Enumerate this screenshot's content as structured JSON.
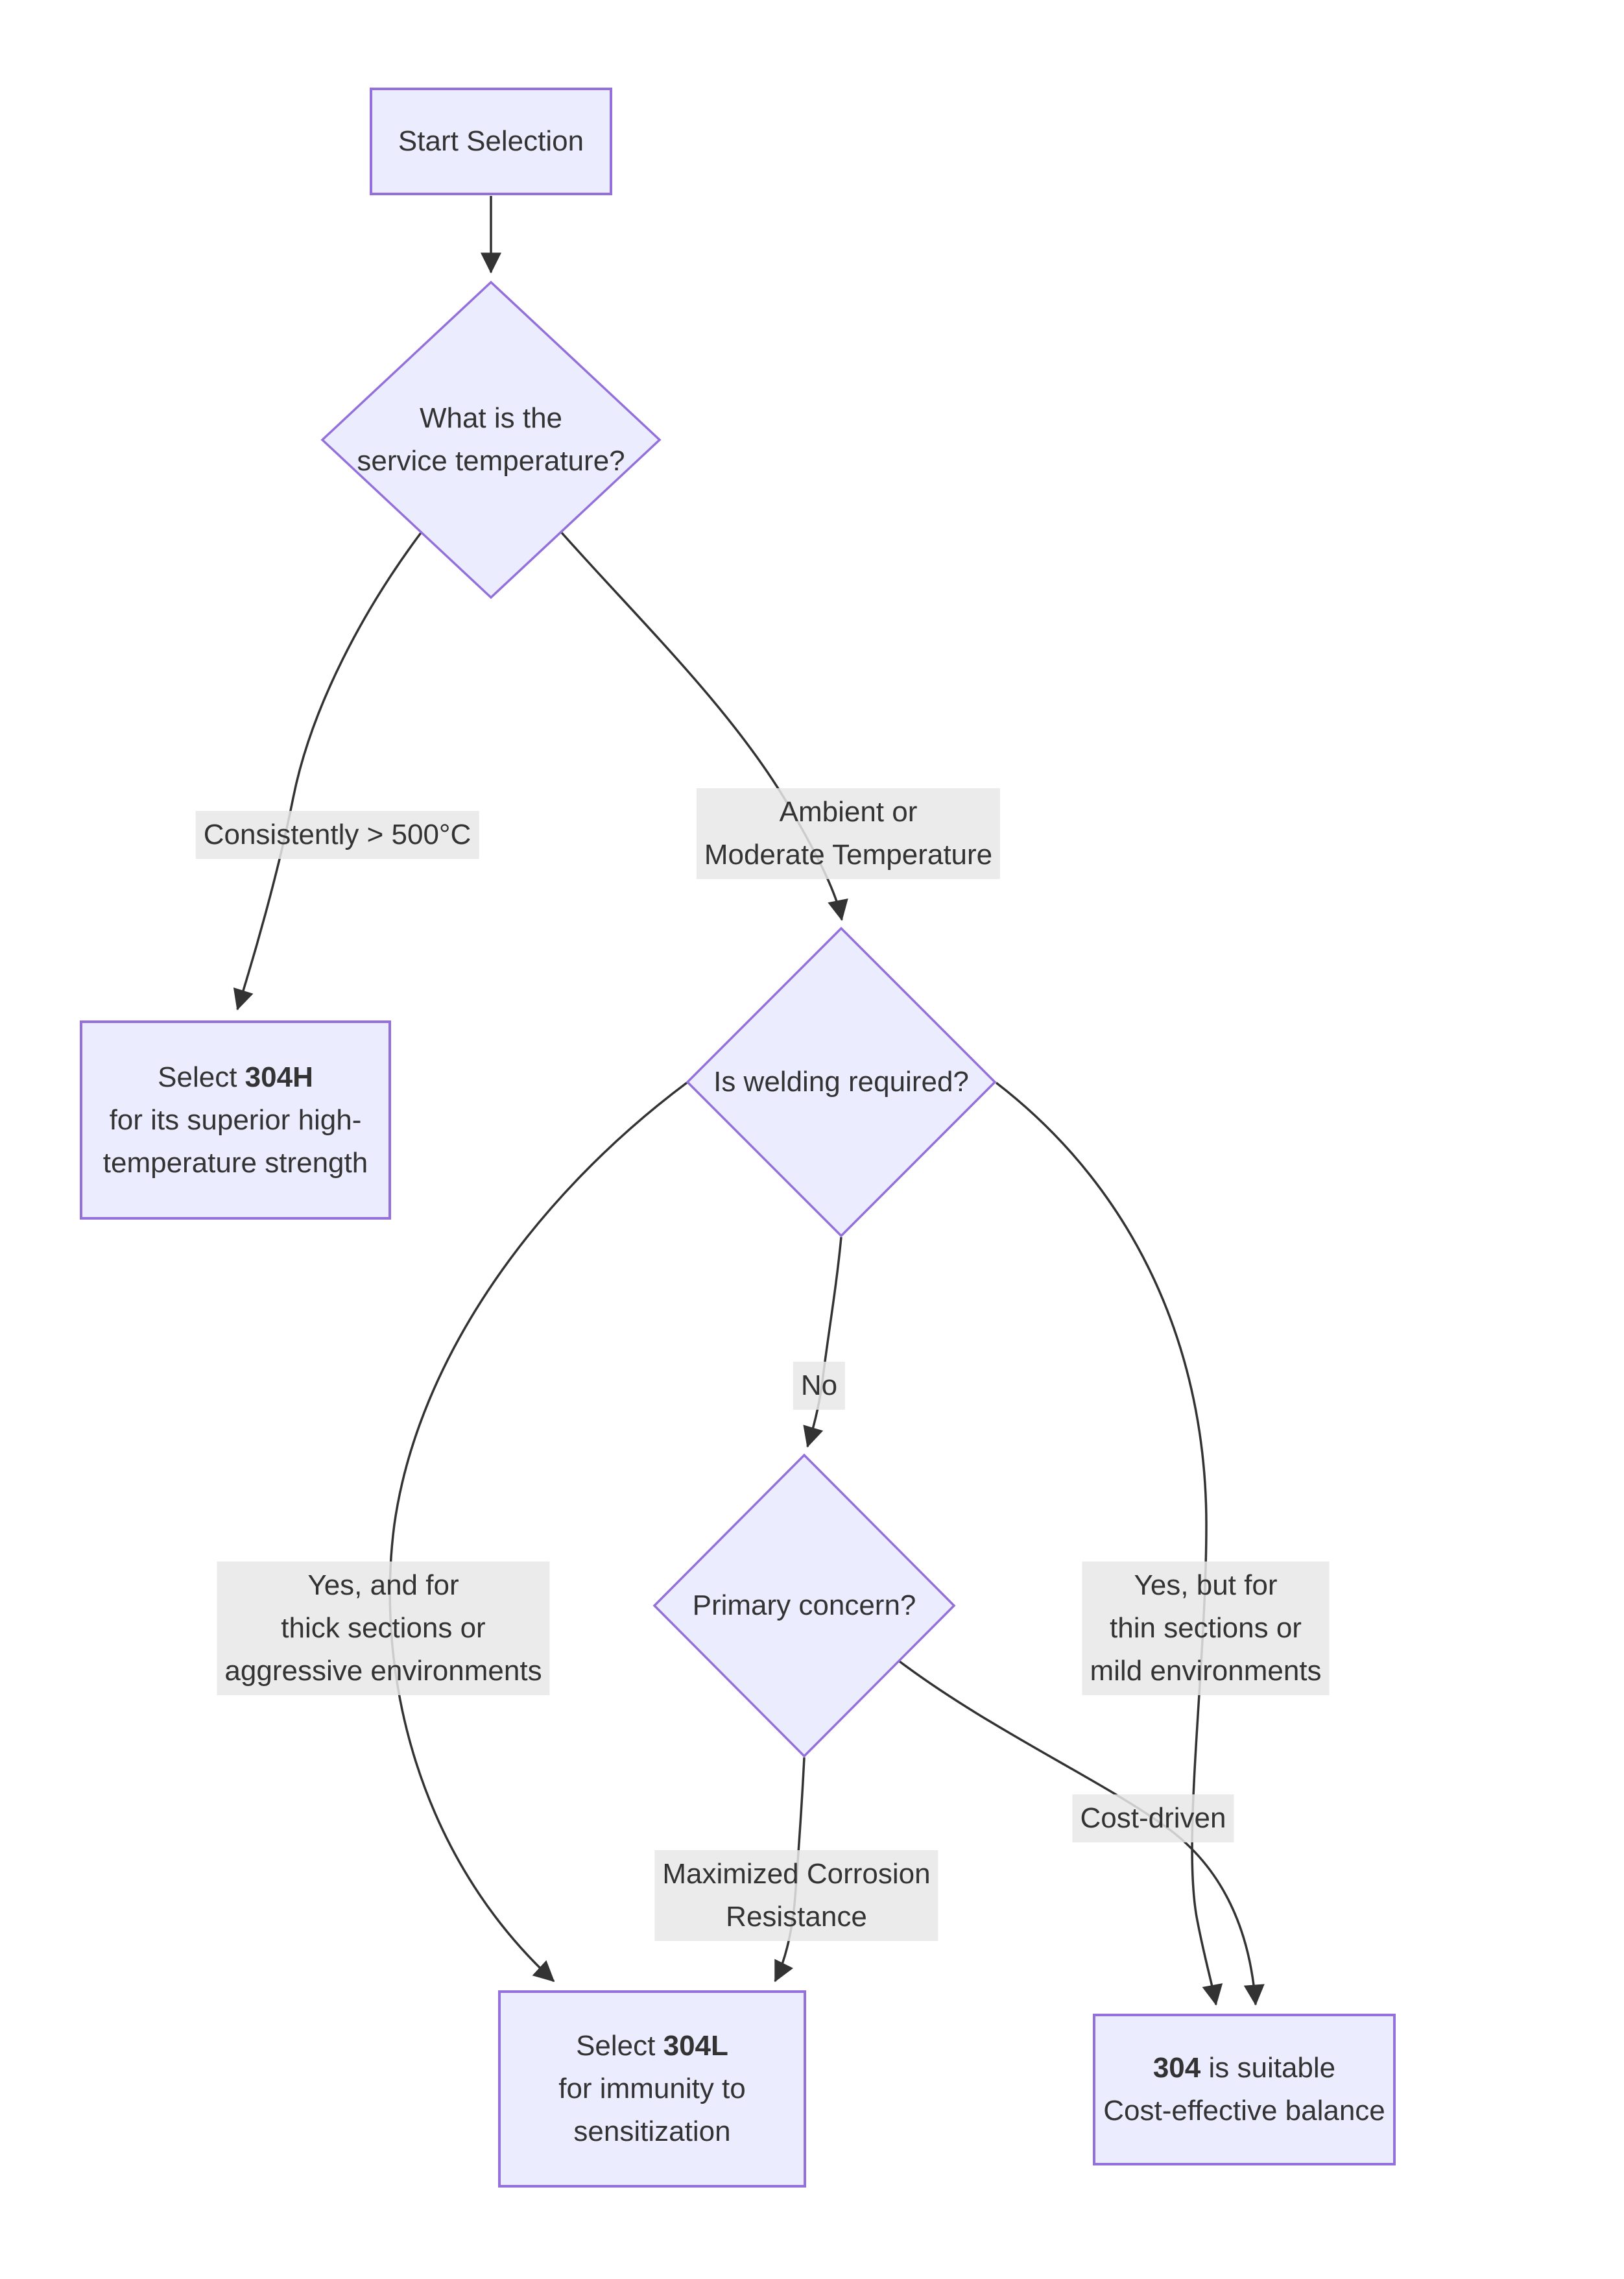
{
  "diagram": {
    "title": "Stainless steel grade selection flowchart",
    "background_color": "#ffffff",
    "node_fill_color": "#ECECFF",
    "node_border_color": "#9370DB",
    "edge_color": "#333333",
    "edge_label_background": "#e8e8e8",
    "text_color": "#333333"
  },
  "nodes": {
    "start": {
      "lines": [
        {
          "pre": "Start Selection"
        }
      ]
    },
    "q_temperature": {
      "lines": [
        {
          "pre": "What is the"
        },
        {
          "pre": "service temperature?"
        }
      ]
    },
    "q_welding": {
      "lines": [
        {
          "pre": "Is welding required?"
        }
      ]
    },
    "q_concern": {
      "lines": [
        {
          "pre": "Primary concern?"
        }
      ]
    },
    "r_304h": {
      "lines": [
        {
          "pre": "Select ",
          "bold": "304H"
        },
        {
          "pre": "for its superior high-"
        },
        {
          "pre": "temperature strength"
        }
      ]
    },
    "r_304l": {
      "lines": [
        {
          "pre": "Select ",
          "bold": "304L"
        },
        {
          "pre": "for immunity to"
        },
        {
          "pre": "sensitization"
        }
      ]
    },
    "r_304": {
      "lines": [
        {
          "bold": "304",
          "post": " is suitable"
        },
        {
          "pre": "Cost-effective balance"
        }
      ]
    }
  },
  "edge_labels": {
    "consistently": {
      "lines": [
        "Consistently > 500°C"
      ]
    },
    "ambient": {
      "lines": [
        "Ambient or",
        "Moderate Temperature"
      ]
    },
    "no": {
      "lines": [
        "No"
      ]
    },
    "yes_thick": {
      "lines": [
        "Yes, and for",
        "thick sections or",
        "aggressive environments"
      ]
    },
    "yes_thin": {
      "lines": [
        "Yes, but for",
        "thin sections or",
        "mild environments"
      ]
    },
    "max_corrosion": {
      "lines": [
        "Maximized Corrosion",
        "Resistance"
      ]
    },
    "cost_driven": {
      "lines": [
        "Cost-driven"
      ]
    }
  }
}
